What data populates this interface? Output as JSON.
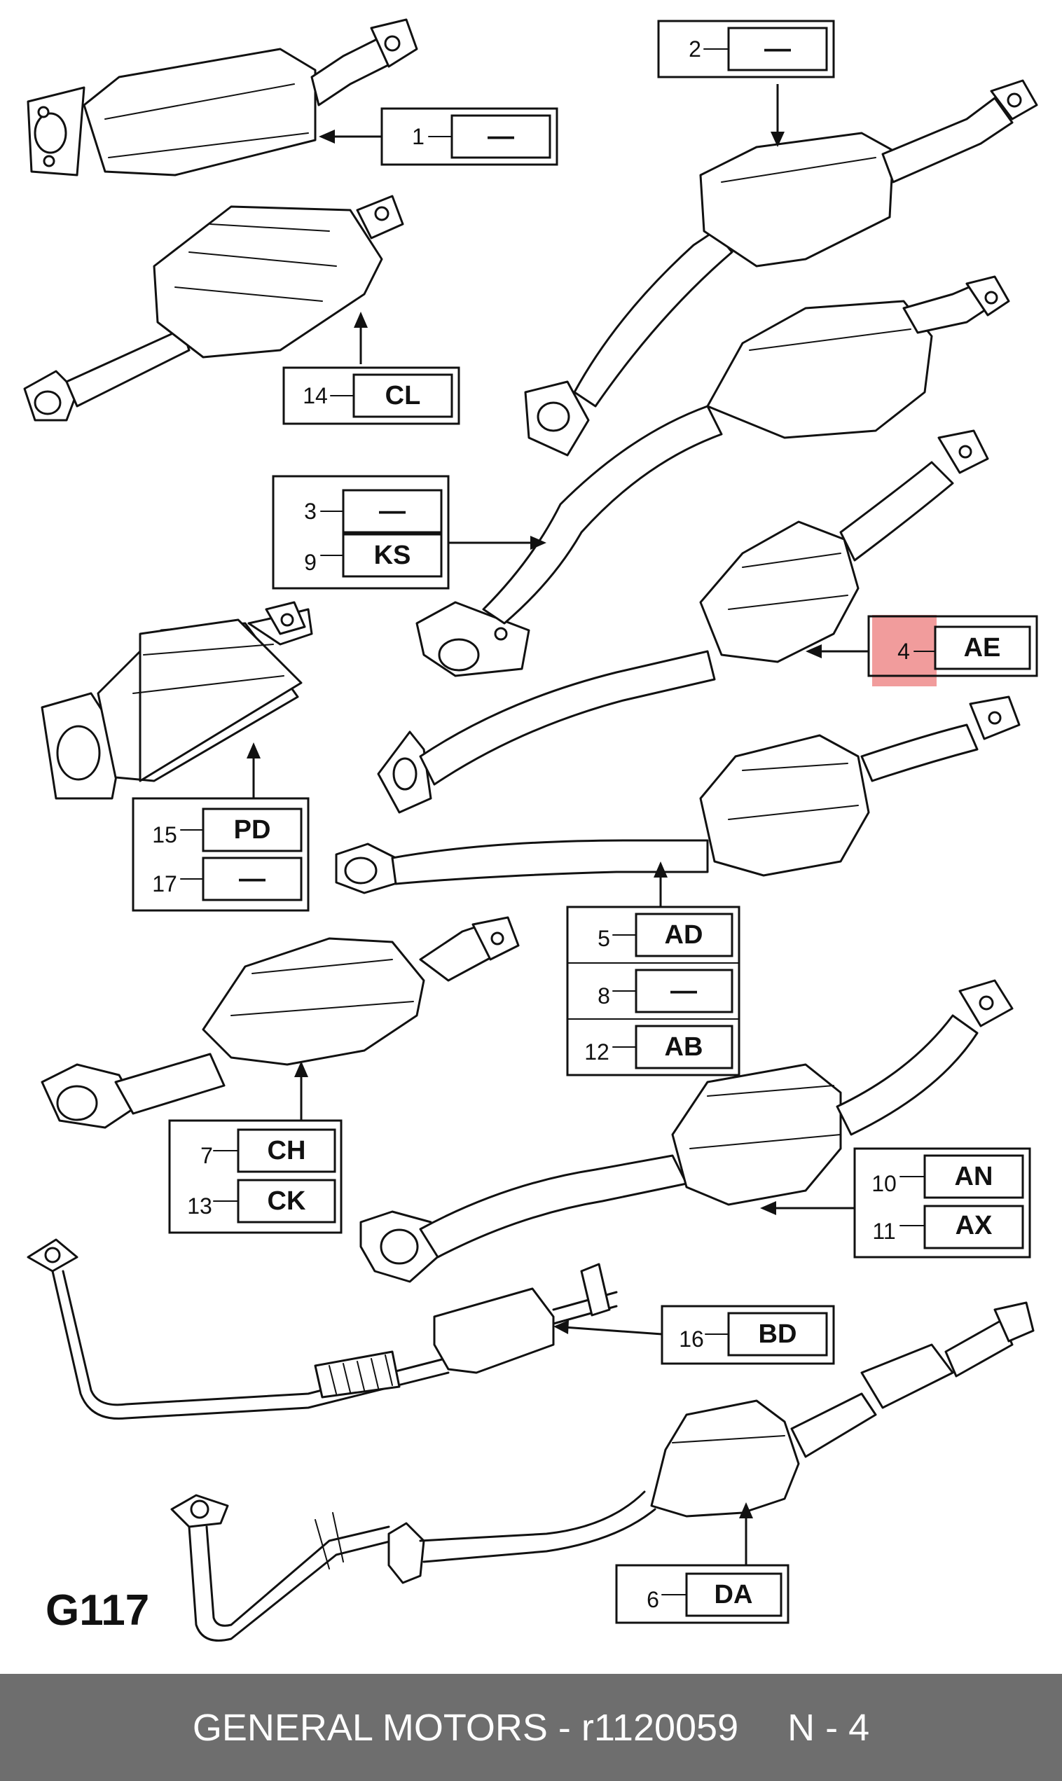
{
  "diagram_label": "G117",
  "footer": {
    "brand_part": "GENERAL MOTORS - r1120059",
    "page": "N - 4"
  },
  "highlight_color": "#e85a5a",
  "callouts": [
    {
      "rows": [
        {
          "num": "1",
          "code": "—"
        }
      ]
    },
    {
      "rows": [
        {
          "num": "2",
          "code": "—"
        }
      ]
    },
    {
      "rows": [
        {
          "num": "14",
          "code": "CL"
        }
      ]
    },
    {
      "rows": [
        {
          "num": "3",
          "code": "—"
        },
        {
          "num": "9",
          "code": "KS"
        }
      ]
    },
    {
      "rows": [
        {
          "num": "4",
          "code": "AE"
        }
      ]
    },
    {
      "rows": [
        {
          "num": "15",
          "code": "PD"
        },
        {
          "num": "17",
          "code": "—"
        }
      ]
    },
    {
      "rows": [
        {
          "num": "5",
          "code": "AD"
        },
        {
          "num": "8",
          "code": "—"
        },
        {
          "num": "12",
          "code": "AB"
        }
      ]
    },
    {
      "rows": [
        {
          "num": "7",
          "code": "CH"
        },
        {
          "num": "13",
          "code": "CK"
        }
      ]
    },
    {
      "rows": [
        {
          "num": "10",
          "code": "AN"
        },
        {
          "num": "11",
          "code": "AX"
        }
      ]
    },
    {
      "rows": [
        {
          "num": "16",
          "code": "BD"
        }
      ]
    },
    {
      "rows": [
        {
          "num": "6",
          "code": "DA"
        }
      ]
    }
  ]
}
